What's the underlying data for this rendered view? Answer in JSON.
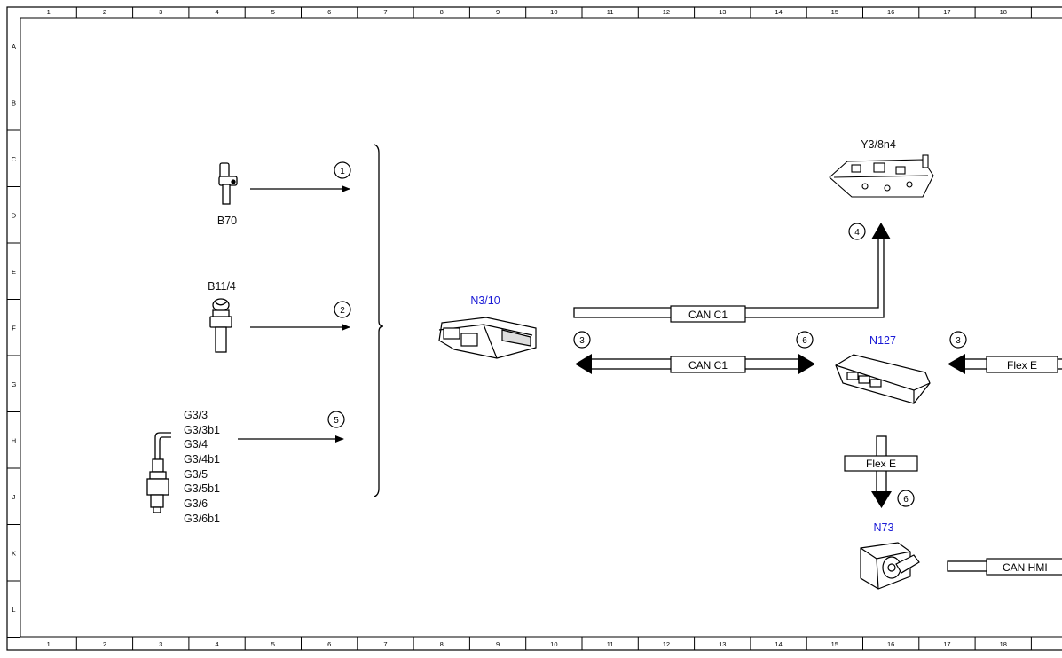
{
  "grid": {
    "columns": [
      "1",
      "2",
      "3",
      "4",
      "5",
      "6",
      "7",
      "8",
      "9",
      "10",
      "11",
      "12",
      "13",
      "14",
      "15",
      "16",
      "17",
      "18"
    ],
    "rows": [
      "A",
      "B",
      "C",
      "D",
      "E",
      "F",
      "G",
      "H",
      "J",
      "K",
      "L"
    ]
  },
  "components": {
    "b70": "B70",
    "b11_4": "B11/4",
    "o2_sensors": [
      "G3/3",
      "G3/3b1",
      "G3/4",
      "G3/4b1",
      "G3/5",
      "G3/5b1",
      "G3/6",
      "G3/6b1"
    ],
    "n3_10": "N3/10",
    "y3_8n4": "Y3/8n4",
    "n127": "N127",
    "n73": "N73"
  },
  "bus_labels": {
    "can_c1_upper": "CAN C1",
    "can_c1_lower": "CAN C1",
    "flex_e_right": "Flex E",
    "flex_e_down": "Flex E",
    "can_hmi": "CAN HMI"
  },
  "signals": {
    "s1": "1",
    "s2": "2",
    "s5": "5",
    "s4": "4",
    "s3_left": "3",
    "s6_right": "6",
    "s3_n127": "3",
    "s6_down": "6"
  },
  "colors": {
    "line": "#000000",
    "module_label": "#1a1ad6",
    "component_label": "#111111"
  },
  "icons": {
    "b70": "crankshaft-sensor-icon",
    "b11_4": "coolant-temp-sensor-icon",
    "o2": "oxygen-sensor-icon",
    "n3_10": "ecu-module-icon",
    "y3_8n4": "valve-body-icon",
    "n127": "control-unit-icon",
    "n73": "ignition-switch-icon"
  }
}
